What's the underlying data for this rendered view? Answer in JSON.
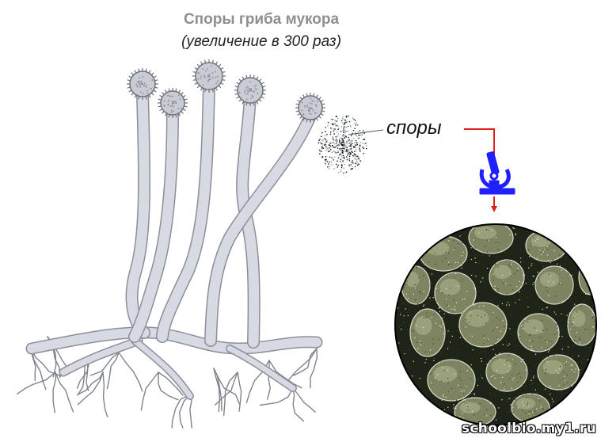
{
  "diagram": {
    "title": "Споры гриба мукора",
    "subtitle": "(увеличение в 300 раз)",
    "spore_label": "споры",
    "watermark": "schoolbio.my1.ru"
  },
  "colors": {
    "hypha_fill": "#d7dae3",
    "hypha_outline": "#8c8f99",
    "label_title": "#8f8f8f",
    "pointer_red": "#e0201a",
    "microscope_blue": "#1f1fff",
    "micro_view_dark": "#1e2418",
    "micro_view_spore": "#8a8f6a"
  },
  "icons": {
    "microscope": "microscope-icon"
  }
}
